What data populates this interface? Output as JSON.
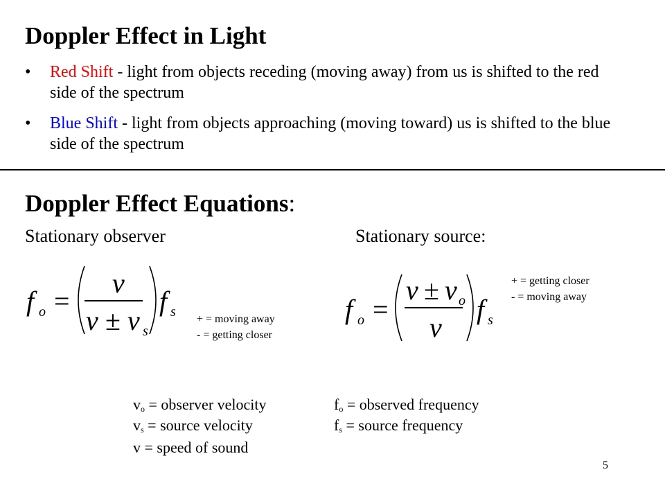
{
  "slide": {
    "title1": "Doppler Effect in Light",
    "bullets": [
      {
        "term": "Red Shift",
        "text": " - light from objects receding (moving away) from us is shifted to the red side of the spectrum",
        "color": "#ff0000"
      },
      {
        "term": "Blue Shift",
        "text": " - light from objects approaching (moving toward) us is shifted to the blue side of the spectrum",
        "color": "#0000ff"
      }
    ],
    "title2": "Doppler Effect Equations",
    "title2_colon": ":",
    "left_heading": "Stationary observer",
    "right_heading": "Stationary source:",
    "eq1": {
      "lhs": "f",
      "lhs_sub": "o",
      "eq": "=",
      "num": "v",
      "den_v": "v",
      "pm": "±",
      "den_vs": "v",
      "den_vs_sub": "s",
      "rhs": "f",
      "rhs_sub": "s"
    },
    "eq2": {
      "lhs": "f",
      "lhs_sub": "o",
      "eq": "=",
      "num_v": "v",
      "pm": "±",
      "num_vo": "v",
      "num_vo_sub": "o",
      "den": "v",
      "rhs": "f",
      "rhs_sub": "s"
    },
    "eq1_notes": [
      "+ = moving away",
      "- = getting closer"
    ],
    "eq2_notes": [
      "+ = getting closer",
      "- = moving away"
    ],
    "legend_left": [
      {
        "sym": "v",
        "sub": "o",
        "text": " = observer velocity"
      },
      {
        "sym": "v",
        "sub": "s",
        "text": " = source velocity"
      },
      {
        "sym": "v",
        "sub": "",
        "text": " = speed of sound"
      }
    ],
    "legend_right": [
      {
        "sym": "f",
        "sub": "o",
        "text": " = observed frequency"
      },
      {
        "sym": "f",
        "sub": "s",
        "text": " = source frequency"
      }
    ],
    "page_number": "5"
  }
}
